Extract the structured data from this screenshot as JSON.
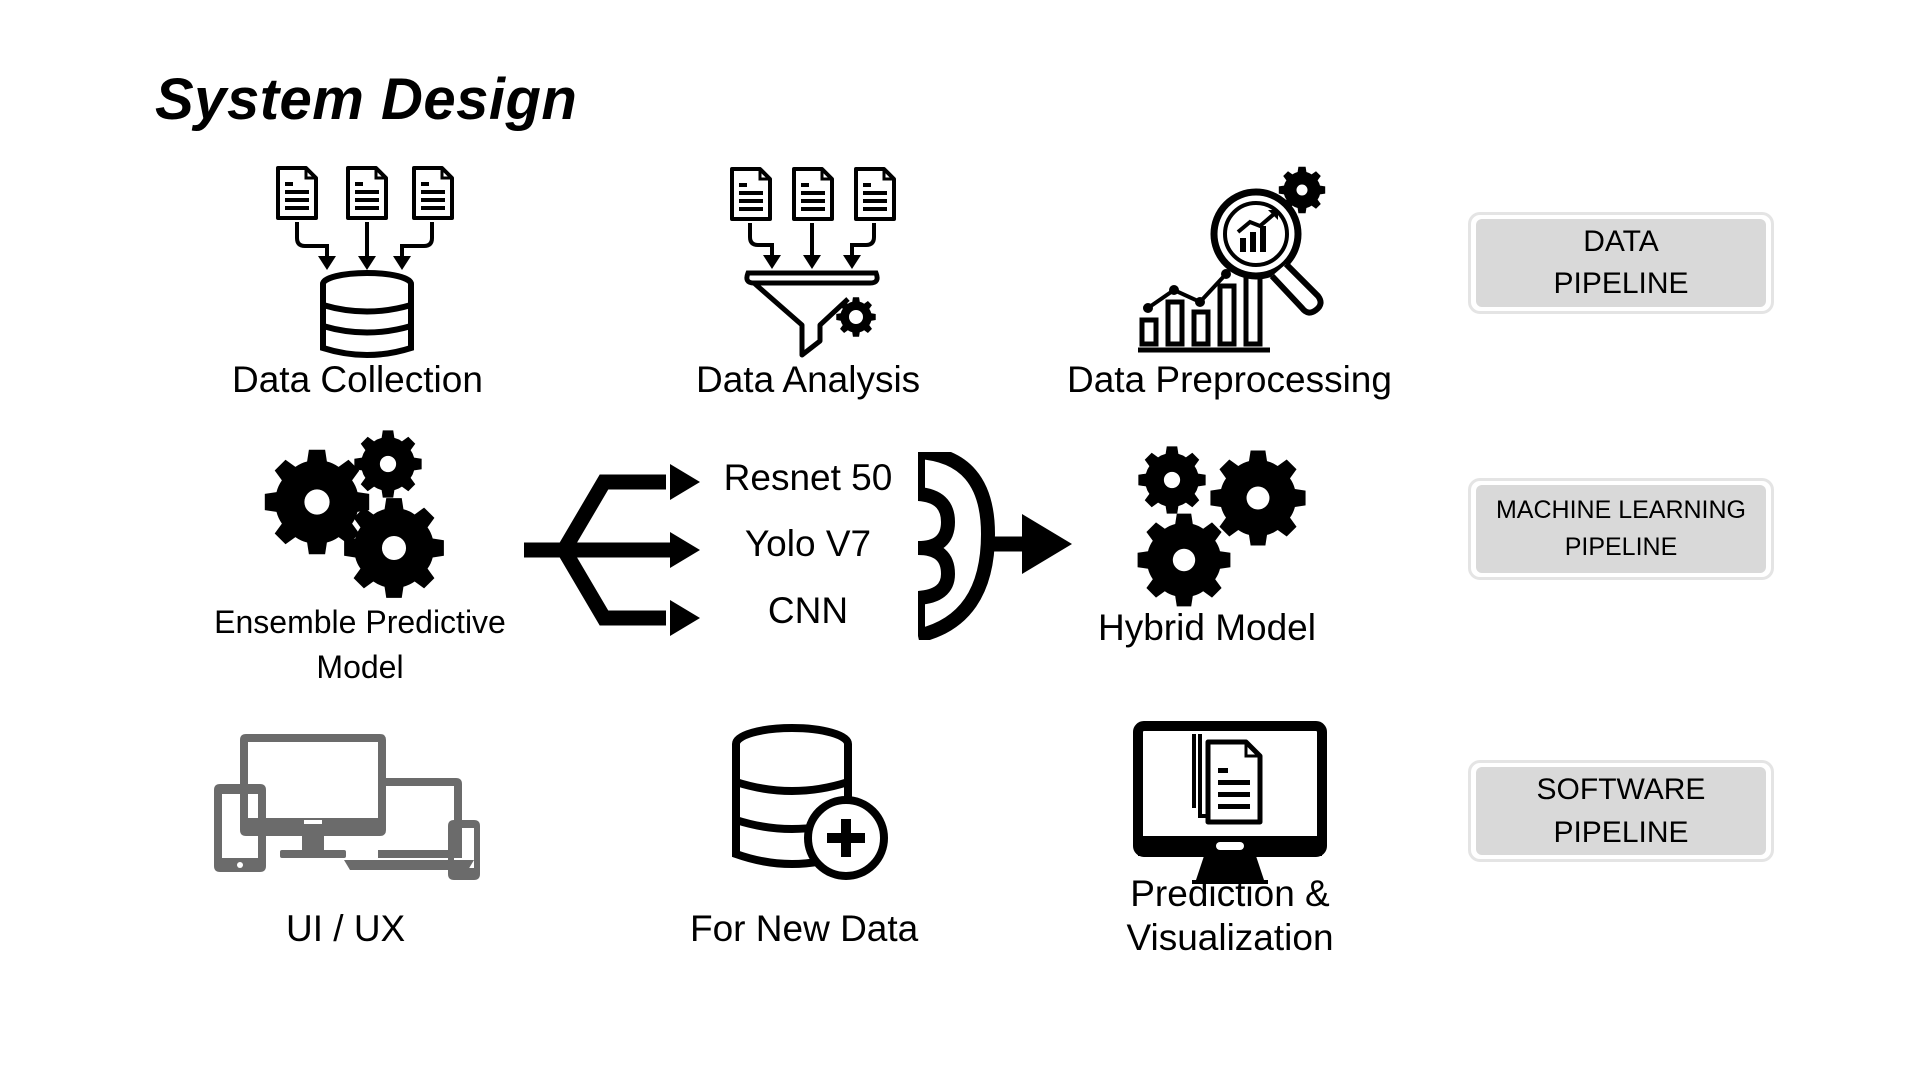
{
  "title": "System Design",
  "steps": {
    "data_collection": "Data Collection",
    "data_analysis": "Data Analysis",
    "data_preprocessing": "Data Preprocessing",
    "ensemble_line1": "Ensemble Predictive",
    "ensemble_line2": "Model",
    "hybrid_model": "Hybrid Model",
    "ui_ux": "UI / UX",
    "new_data": "For New Data",
    "prediction_line1": "Prediction &",
    "prediction_line2": "Visualization"
  },
  "models": [
    "Resnet 50",
    "Yolo V7",
    "CNN"
  ],
  "pipelines": {
    "data": {
      "line1": "DATA",
      "line2": "PIPELINE"
    },
    "ml": {
      "line1": "MACHINE LEARNING",
      "line2": "PIPELINE"
    },
    "software": {
      "line1": "SOFTWARE",
      "line2": "PIPELINE"
    }
  },
  "colors": {
    "ink": "#000000",
    "device_gray": "#6b6b6b",
    "pill_fill": "#d9d9d9",
    "pill_border": "#e4e4e4"
  },
  "icons": [
    "documents-icon",
    "database-icon",
    "funnel-gear-icon",
    "analytics-magnifier-icon",
    "gears-icon",
    "split-arrow-icon",
    "merge-arrow-icon",
    "devices-icon",
    "database-add-icon",
    "monitor-document-icon"
  ]
}
